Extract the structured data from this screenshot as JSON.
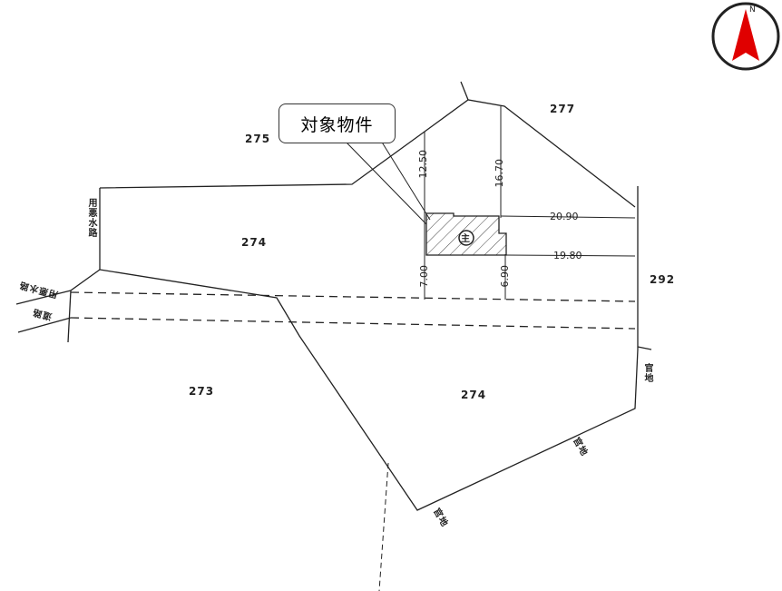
{
  "callout": {
    "label": "対象物件"
  },
  "compass": {
    "label": "N"
  },
  "lots": {
    "l275": "275",
    "l277": "277",
    "l274a": "274",
    "l292": "292",
    "l273": "273",
    "l274b": "274"
  },
  "dimensions": {
    "d1250": "12.50",
    "d1670": "16.70",
    "d2090": "20.90",
    "d1980": "19.80",
    "d700": "7.00",
    "d690": "6.90"
  },
  "plot_mark": "主",
  "labels": {
    "waterway1": "用悪水路",
    "waterway2": "用悪水路",
    "road": "道路",
    "gov1": "官地",
    "gov2": "官地",
    "gov3": "官地"
  }
}
